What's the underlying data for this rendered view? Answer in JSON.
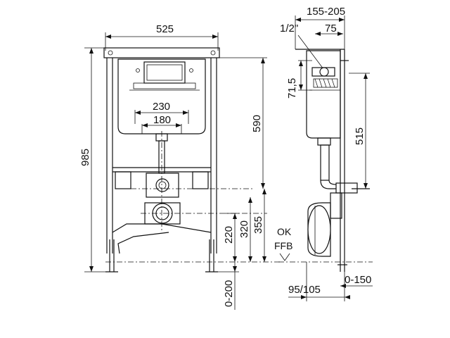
{
  "front_view": {
    "width_525": "525",
    "width_230": "230",
    "width_180": "180",
    "height_985": "985",
    "height_590": "590",
    "height_355": "355",
    "height_320": "320",
    "height_220": "220",
    "range_0_200": "0-200"
  },
  "side_view": {
    "depth_155_205": "155-205",
    "thread_1_2": "1/2\"",
    "depth_75": "75",
    "height_71_5": "71,5",
    "height_515": "515",
    "offset_95_105": "95/105",
    "range_0_150": "0-150",
    "floor_label_ok": "OK",
    "floor_label_ffb": "FFB"
  }
}
